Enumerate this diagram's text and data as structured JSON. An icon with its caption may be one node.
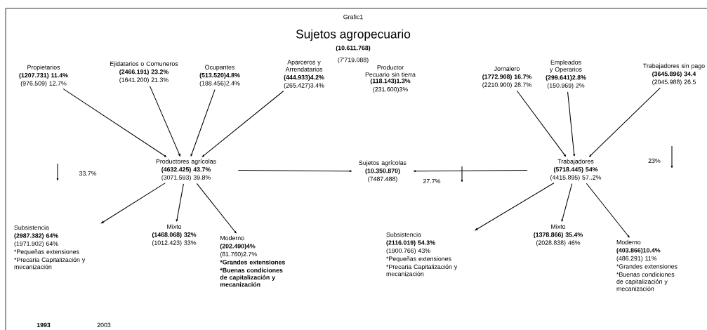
{
  "diagram": {
    "title": "Sujetos agropecuario",
    "nodes": [
      {
        "text": [
          "Propietarios",
          "(1207.731) 11.4%",
          "(976.509) 12.7%"
        ]
      },
      {
        "text": [
          "Ejidatarios o Comuneros",
          "(2466.191) 23.2%",
          "(1641.200) 21.3%"
        ]
      },
      {
        "text": [
          "Ocupantes",
          "(513.520)4.8%",
          "(188.456)2.4%"
        ]
      },
      {
        "text": [
          "Aparceros y Arrendatarios",
          "(444.933)4.2%",
          "(265.427)3.4%"
        ]
      },
      {
        "text": [
          "Jornalero",
          "(1772.908) 16.7%",
          "(2210.900) 28.7%"
        ]
      },
      {
        "text": [
          "Empleados y Operarios",
          "(299.641)2.8%",
          "(150.969) 2%"
        ]
      },
      {
        "text": [
          "Trabajadores sin pago",
          "(3645.896) 34.4",
          "(2045.988) 26.5"
        ]
      },
      {
        "text": [
          "Productores agrícolas",
          "(4632.425) 43.7%",
          "(3071.593) 39.8%"
        ]
      },
      {
        "text": [
          "Sujetos agrícolas",
          "(10.350.870)",
          "(7487.488)"
        ]
      },
      {
        "text": [
          "Trabajadores",
          "(5718.445) 54%",
          "(4415.895) 57..2%"
        ]
      },
      {
        "text": [
          "Subsistencia",
          "(2987.382) 64%",
          "(1971.902) 64%",
          "*Pequeñas extensiones",
          "*Precaria Capitalización y mecanización"
        ]
      },
      {
        "text": [
          "Mixto",
          "(1468.068) 32%",
          "(1012.423) 33%"
        ]
      },
      {
        "text": [
          "Moderno",
          "(202.490)4%",
          "(81.760)2.7%",
          "*Grandes extensiones",
          "*Buenas condiciones de capitalización y mecanización"
        ]
      },
      {
        "text": [
          "Subsistencia",
          "(2116.019) 54.3%",
          "(1900.766) 43%",
          "*Pequeñas extensiones",
          "*Precaria Capitalización y mecanización"
        ]
      },
      {
        "text": [
          "Mixto",
          "(1378.866) 35.4%",
          "(2028.838) 46%"
        ]
      },
      {
        "text": [
          "Moderno",
          "(403.866)10.4%",
          "(486.291) 11%",
          "*Grandes extensiones",
          "*Buenas condiciones de capitalización y mecanización"
        ]
      }
    ],
    "edges": [
      {
        "from": 0,
        "to": 7,
        "arrow": "to"
      },
      {
        "from": 1,
        "to": 7,
        "arrow": "to"
      },
      {
        "from": 2,
        "to": 7,
        "arrow": "to"
      },
      {
        "from": 3,
        "to": 7,
        "arrow": "to"
      },
      {
        "from": 4,
        "to": 9,
        "arrow": "to"
      },
      {
        "from": 5,
        "to": 9,
        "arrow": "to"
      },
      {
        "from": 6,
        "to": 9,
        "arrow": "to"
      },
      {
        "from": 7,
        "to": 8,
        "arrow": "to"
      },
      {
        "from": 9,
        "to": 8,
        "arrow": "to"
      },
      {
        "from": 7,
        "to": 10,
        "arrow": "to"
      },
      {
        "from": 7,
        "to": 11,
        "arrow": "to"
      },
      {
        "from": 7,
        "to": 12,
        "arrow": "to"
      },
      {
        "from": 9,
        "to": 13,
        "arrow": "to"
      },
      {
        "from": 9,
        "to": 14,
        "arrow": "to"
      },
      {
        "from": 9,
        "to": 15,
        "arrow": "to"
      }
    ],
    "labels": [
      "Grafic1",
      "(10.611.768)",
      "(7'719.088)",
      "Productor Pecuario sin tierra",
      "(118.143)1.3%",
      "(231.600)3%",
      "33.7%",
      "27.7%",
      "23%",
      "1993",
      "2003"
    ]
  }
}
